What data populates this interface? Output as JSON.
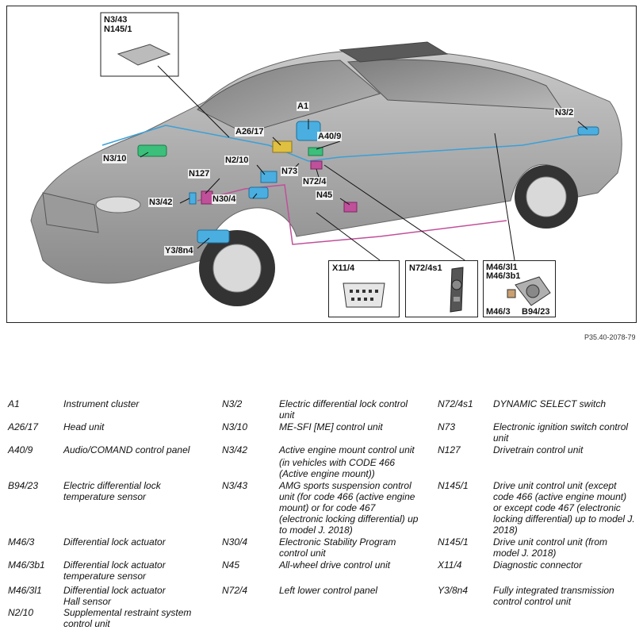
{
  "figure": {
    "callouts": [
      "N3/43",
      "N145/1",
      "A1",
      "A26/17",
      "A40/9",
      "N3/2",
      "N3/10",
      "N2/10",
      "N73",
      "N72/4",
      "N127",
      "N3/42",
      "N30/4",
      "N45",
      "Y3/8n4"
    ],
    "insets": {
      "x11": "X11/4",
      "n72": "N72/4s1",
      "m46": [
        "M46/3l1",
        "M46/3b1",
        "M46/3",
        "B94/23"
      ]
    },
    "code": "P35.40-2078-79"
  },
  "legend": {
    "col1": [
      {
        "code": "A1",
        "desc": "Instrument cluster"
      },
      {
        "code": "A26/17",
        "desc": "Head unit"
      },
      {
        "code": "A40/9",
        "desc": "Audio/COMAND control panel"
      },
      {
        "code": "B94/23",
        "desc": "Electric differential lock temperature sensor"
      },
      {
        "code": "M46/3",
        "desc": "Differential lock actuator"
      },
      {
        "code": "M46/3b1",
        "desc": "Differential lock actuator temperature sensor"
      },
      {
        "code": "M46/3l1",
        "desc": "Differential lock actuator Hall sensor"
      },
      {
        "code": "N2/10",
        "desc": "Supplemental restraint system control unit"
      }
    ],
    "col2": [
      {
        "code": "N3/2",
        "desc": "Electric differential lock control unit"
      },
      {
        "code": "N3/10",
        "desc": "ME-SFI [ME] control unit"
      },
      {
        "code": "N3/42",
        "desc": "Active engine mount control unit",
        "desc2": "(in vehicles with CODE 466 (Active engine mount))"
      },
      {
        "code": "N3/43",
        "desc": "AMG sports suspension control unit (for code 466 (active engine mount) or for code 467 (electronic locking differential) up to model J. 2018)"
      },
      {
        "code": "N30/4",
        "desc": "Electronic Stability Program control unit"
      },
      {
        "code": "N45",
        "desc": "All-wheel drive control unit"
      },
      {
        "code": "N72/4",
        "desc": "Left lower control panel"
      }
    ],
    "col3": [
      {
        "code": "N72/4s1",
        "desc": "DYNAMIC SELECT switch"
      },
      {
        "code": "N73",
        "desc": "Electronic ignition switch control unit"
      },
      {
        "code": "N127",
        "desc": "Drivetrain control unit"
      },
      {
        "code": "N145/1",
        "desc": "Drive unit control unit (except code 466 (active engine mount) or except code 467 (electronic locking differential) up to model J. 2018)"
      },
      {
        "code": "N145/1",
        "desc": "Drive unit control unit (from model J. 2018)"
      },
      {
        "code": "X11/4",
        "desc": "Diagnostic connector"
      },
      {
        "code": "Y3/8n4",
        "desc": "Fully integrated transmission control control unit"
      }
    ]
  }
}
